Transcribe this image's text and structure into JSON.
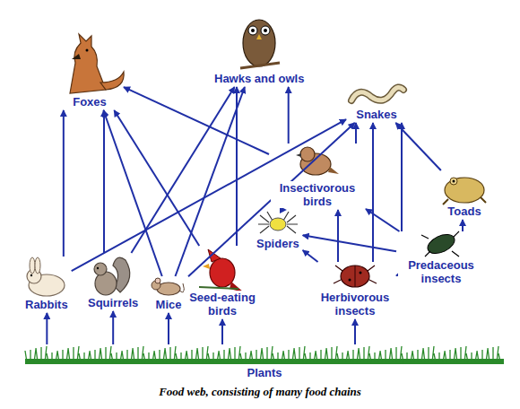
{
  "diagram": {
    "caption": "Food web, consisting of many food chains",
    "nodes": [
      {
        "text": [
          "Foxes"
        ]
      },
      {
        "text": [
          "Hawks and owls"
        ]
      },
      {
        "text": [
          "Snakes"
        ]
      },
      {
        "text": [
          "Insectivorous birds"
        ]
      },
      {
        "text": [
          "Toads"
        ]
      },
      {
        "text": [
          "Spiders"
        ]
      },
      {
        "text": [
          "Predaceous insects"
        ]
      },
      {
        "text": [
          "Rabbits"
        ]
      },
      {
        "text": [
          "Squirrels"
        ]
      },
      {
        "text": [
          "Mice"
        ]
      },
      {
        "text": [
          "Seed-eating birds"
        ]
      },
      {
        "text": [
          "Herbivorous insects"
        ]
      },
      {
        "text": [
          "Plants"
        ]
      }
    ],
    "edges": [
      {
        "from": 12,
        "to": 7,
        "arrow": "to"
      },
      {
        "from": 12,
        "to": 8,
        "arrow": "to"
      },
      {
        "from": 12,
        "to": 9,
        "arrow": "to"
      },
      {
        "from": 12,
        "to": 10,
        "arrow": "to"
      },
      {
        "from": 12,
        "to": 11,
        "arrow": "to"
      },
      {
        "from": 7,
        "to": 0,
        "arrow": "to"
      },
      {
        "from": 7,
        "to": 2,
        "arrow": "to"
      },
      {
        "from": 8,
        "to": 0,
        "arrow": "to"
      },
      {
        "from": 8,
        "to": 1,
        "arrow": "to"
      },
      {
        "from": 9,
        "to": 0,
        "arrow": "to"
      },
      {
        "from": 9,
        "to": 1,
        "arrow": "to"
      },
      {
        "from": 9,
        "to": 2,
        "arrow": "to"
      },
      {
        "from": 10,
        "to": 0,
        "arrow": "to"
      },
      {
        "from": 10,
        "to": 1,
        "arrow": "to"
      },
      {
        "from": 3,
        "to": 0,
        "arrow": "to"
      },
      {
        "from": 3,
        "to": 1,
        "arrow": "to"
      },
      {
        "from": 3,
        "to": 2,
        "arrow": "to"
      },
      {
        "from": 5,
        "to": 3,
        "arrow": "to"
      },
      {
        "from": 11,
        "to": 5,
        "arrow": "to"
      },
      {
        "from": 11,
        "to": 3,
        "arrow": "to"
      },
      {
        "from": 11,
        "to": 6,
        "arrow": "to"
      },
      {
        "from": 11,
        "to": 2,
        "arrow": "to"
      },
      {
        "from": 6,
        "to": 5,
        "arrow": "to"
      },
      {
        "from": 6,
        "to": 3,
        "arrow": "to"
      },
      {
        "from": 6,
        "to": 4,
        "arrow": "to"
      },
      {
        "from": 6,
        "to": 2,
        "arrow": "to"
      },
      {
        "from": 4,
        "to": 2,
        "arrow": "to"
      }
    ]
  }
}
